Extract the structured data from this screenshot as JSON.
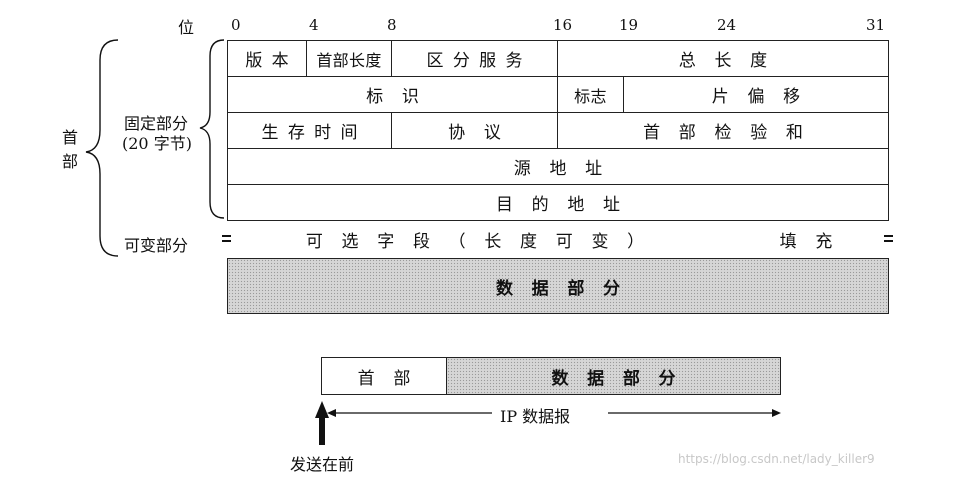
{
  "header": {
    "bit_label": "位",
    "bit_positions": [
      "0",
      "4",
      "8",
      "16",
      "19",
      "24",
      "31"
    ]
  },
  "left_labels": {
    "header": "首\n部",
    "fixed_part": "固定部分",
    "fixed_size": "(20 字节)",
    "variable_part": "可变部分"
  },
  "fields": {
    "version": "版本",
    "header_length": "首部长度",
    "service": "区分服务",
    "total_length": "总长度",
    "identification": "标识",
    "flags": "标志",
    "fragment_offset": "片偏移",
    "ttl": "生存时间",
    "protocol": "协议",
    "checksum": "首部检验和",
    "source": "源地址",
    "destination": "目的地址",
    "options": "可选字段（长度可变）",
    "padding": "填充",
    "data": "数据部分"
  },
  "packet": {
    "header": "首部",
    "data": "数据部分",
    "ip_datagram": "IP 数据报",
    "send_first": "发送在前"
  },
  "watermark": "https://blog.csdn.net/lady_killer9"
}
